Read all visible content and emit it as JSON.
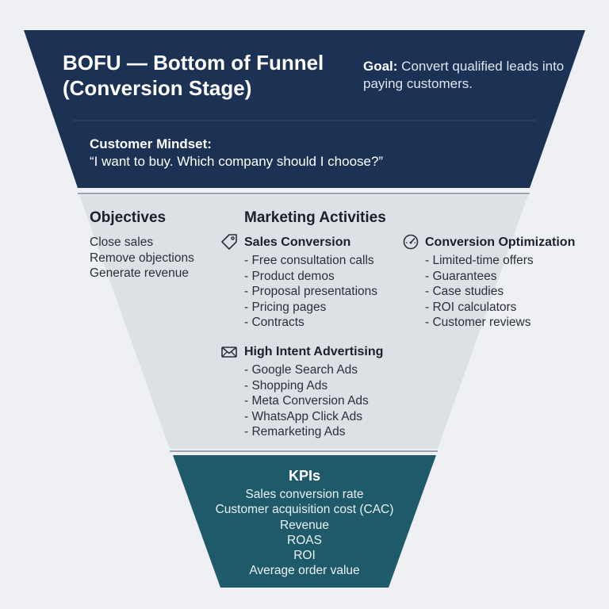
{
  "colors": {
    "background": "#eef0f3",
    "top_band": "#1c3254",
    "middle_band": "#dde1e5",
    "bottom_band": "#1f5a6a",
    "divider": "#7d8a99"
  },
  "header": {
    "title": "BOFU — Bottom of Funnel\n(Conversion Stage)",
    "goal_label": "Goal:",
    "goal_text": " Convert qualified leads into paying customers."
  },
  "mindset": {
    "heading": "Customer Mindset:",
    "quote": "“I want to buy. Which company should I choose?”"
  },
  "objectives": {
    "heading": "Objectives",
    "items": [
      "Close sales",
      "Remove objections",
      "Generate revenue"
    ]
  },
  "activities": {
    "heading": "Marketing Activities",
    "groups": [
      {
        "title": "Sales Conversion",
        "icon": "tag-icon",
        "items": [
          "- Free consultation calls",
          "- Product demos",
          "- Proposal presentations",
          "- Pricing pages",
          "- Contracts"
        ]
      },
      {
        "title": "Conversion Optimization",
        "icon": "gauge-icon",
        "items": [
          "- Limited-time offers",
          "- Guarantees",
          "- Case studies",
          "- ROI calculators",
          "- Customer reviews"
        ]
      },
      {
        "title": "High Intent Advertising",
        "icon": "envelope-icon",
        "items": [
          "- Google Search Ads",
          "- Shopping Ads",
          "- Meta Conversion Ads",
          "- WhatsApp Click Ads",
          "- Remarketing Ads"
        ]
      }
    ]
  },
  "kpis": {
    "heading": "KPIs",
    "items": [
      "Sales conversion rate",
      "Customer acquisition cost (CAC)",
      "Revenue",
      "ROAS",
      "ROI",
      "Average order value"
    ]
  }
}
